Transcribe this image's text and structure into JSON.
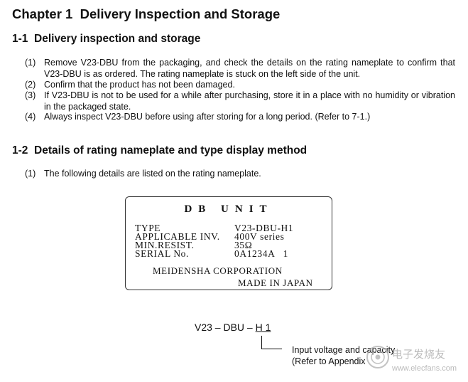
{
  "chapter": {
    "title": "Chapter 1  Delivery Inspection and Storage"
  },
  "section1": {
    "title": "1-1  Delivery inspection and storage",
    "items": [
      {
        "num": "(1)",
        "text": "Remove V23-DBU from the packaging, and check the details on the rating nameplate to confirm that V23-DBU is as ordered. The rating nameplate is stuck on the left side of the unit."
      },
      {
        "num": "(2)",
        "text": "Confirm that the product has not been damaged."
      },
      {
        "num": "(3)",
        "text": "If V23-DBU is not to be used for a while after purchasing, store it in a place with no humidity or vibration in the packaged state."
      },
      {
        "num": "(4)",
        "text": "Always inspect V23-DBU before using after storing for a long period. (Refer to 7-1.)"
      }
    ]
  },
  "section2": {
    "title": "1-2  Details of rating nameplate and type display method",
    "items": [
      {
        "num": "(1)",
        "text": "The following details are listed on the rating nameplate."
      }
    ]
  },
  "nameplate": {
    "title": "DB UNIT",
    "rows": [
      {
        "label": "TYPE",
        "value": "V23-DBU-H1"
      },
      {
        "label": "APPLICABLE INV.",
        "value": "400V series"
      },
      {
        "label": "MIN.RESIST.",
        "value": "35Ω"
      },
      {
        "label": "SERIAL No.",
        "value": "0A1234A   1"
      }
    ],
    "maker": "MEIDENSHA CORPORATION",
    "origin": "MADE IN JAPAN"
  },
  "type_code": {
    "prefix": "V23 – DBU – ",
    "suffix": "H 1"
  },
  "callout": {
    "line1": "Input voltage and capacity",
    "line2": "(Refer to Appendix"
  },
  "watermark": {
    "brand": "电子发烧友",
    "url": "www.elecfans.com",
    "color": "#b0b0b0"
  }
}
